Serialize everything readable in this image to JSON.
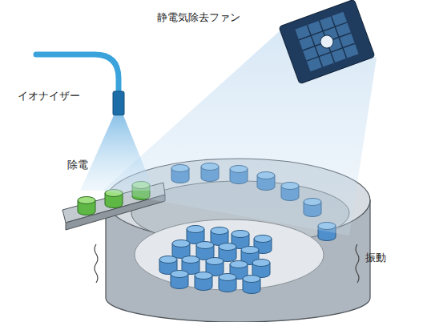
{
  "diagram": {
    "labels": [
      "静電気除去ファン",
      "イオナイザー",
      "除電",
      "振動"
    ]
  }
}
